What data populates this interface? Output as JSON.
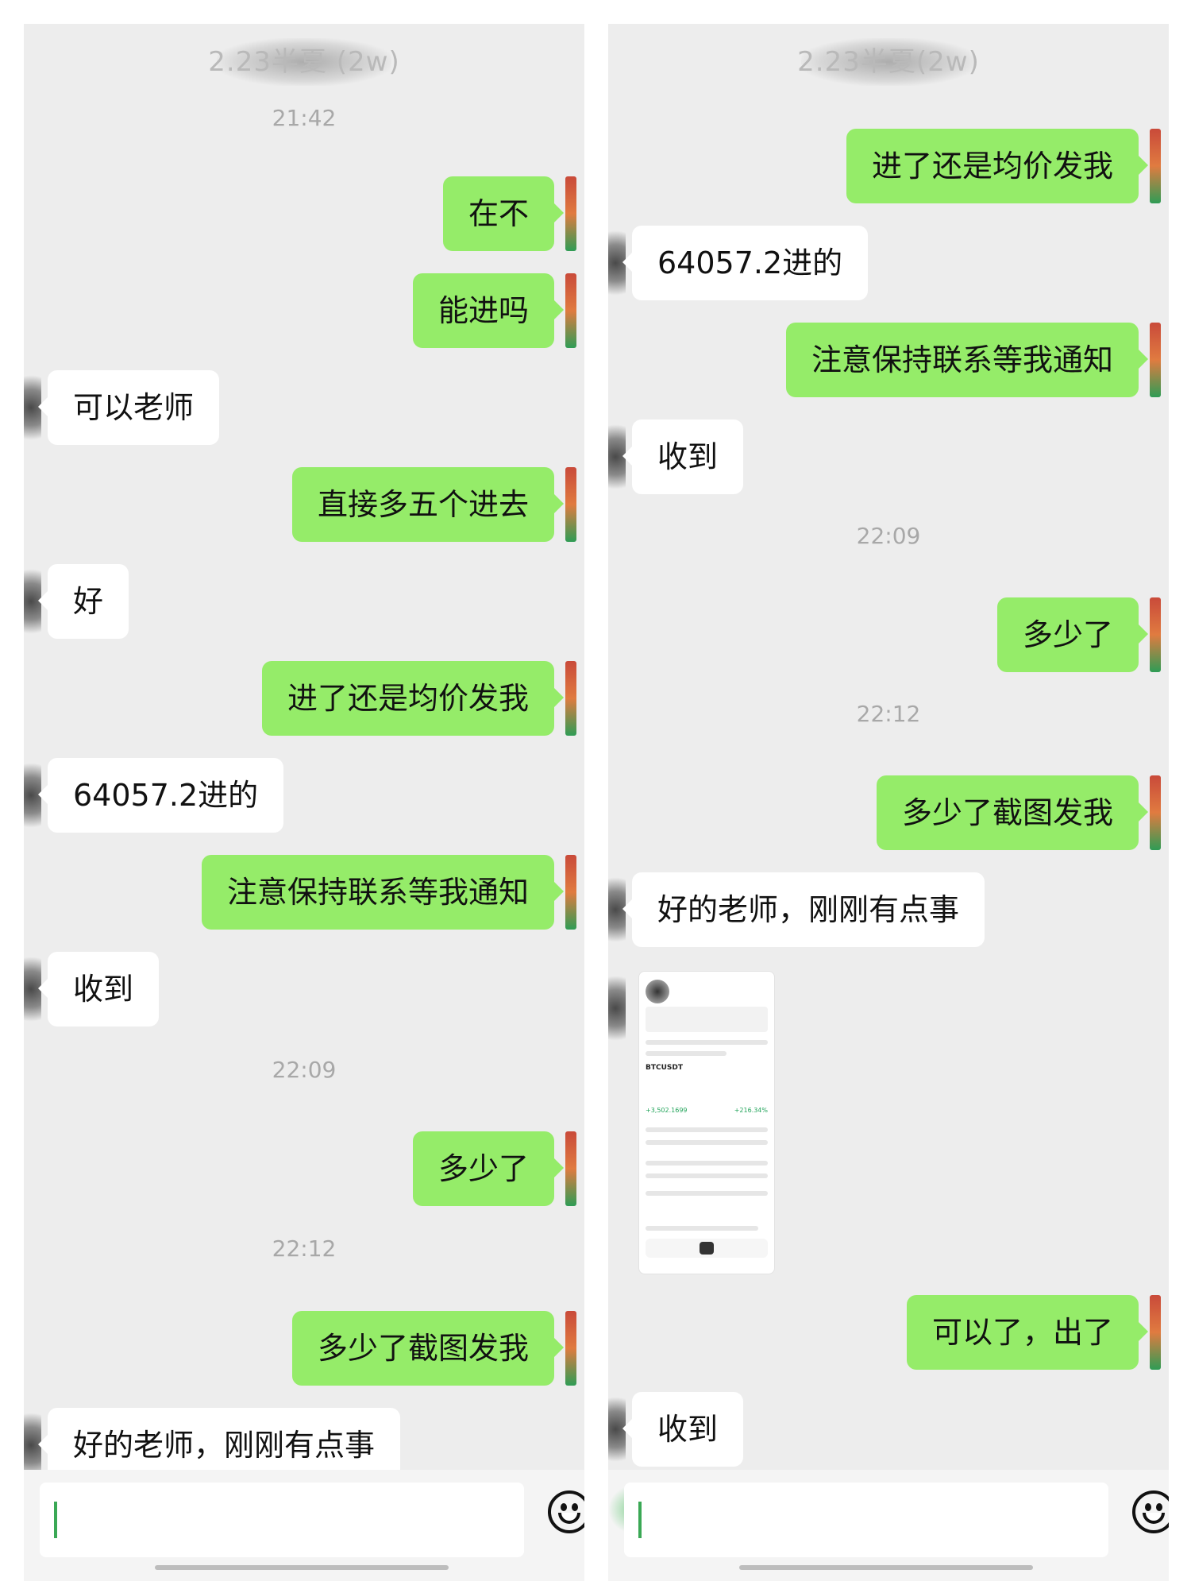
{
  "left_panel": {
    "title": "2.23半夏 (2w)",
    "messages": [
      {
        "type": "time",
        "text": "21:42"
      },
      {
        "type": "sent",
        "text": "在不"
      },
      {
        "type": "sent",
        "text": "能进吗"
      },
      {
        "type": "recv",
        "text": "可以老师"
      },
      {
        "type": "sent",
        "text": "直接多五个进去"
      },
      {
        "type": "recv",
        "text": "好"
      },
      {
        "type": "sent",
        "text": "进了还是均价发我"
      },
      {
        "type": "recv",
        "text": "64057.2进的"
      },
      {
        "type": "sent",
        "text": "注意保持联系等我通知"
      },
      {
        "type": "recv",
        "text": "收到"
      },
      {
        "type": "time",
        "text": "22:09"
      },
      {
        "type": "sent",
        "text": "多少了"
      },
      {
        "type": "time",
        "text": "22:12"
      },
      {
        "type": "sent",
        "text": "多少了截图发我"
      },
      {
        "type": "recv",
        "text": "好的老师，刚刚有点事"
      }
    ]
  },
  "right_panel": {
    "title": "2.23半夏(2w)",
    "messages": [
      {
        "type": "sent",
        "text": "进了还是均价发我"
      },
      {
        "type": "recv",
        "text": "64057.2进的"
      },
      {
        "type": "sent",
        "text": "注意保持联系等我通知"
      },
      {
        "type": "recv",
        "text": "收到"
      },
      {
        "type": "time",
        "text": "22:09"
      },
      {
        "type": "sent",
        "text": "多少了"
      },
      {
        "type": "time",
        "text": "22:12"
      },
      {
        "type": "sent",
        "text": "多少了截图发我"
      },
      {
        "type": "recv",
        "text": "好的老师，刚刚有点事"
      },
      {
        "type": "recv_image",
        "symbol": "BTCUSDT",
        "pnl": "+3,502.1699",
        "pnl_pct": "+216.34%"
      },
      {
        "type": "sent",
        "text": "可以了，出了"
      },
      {
        "type": "recv",
        "text": "收到"
      }
    ]
  },
  "icons": {
    "emoji": "smiley-face-icon"
  },
  "colors": {
    "background": "#ededed",
    "sent_bubble": "#95ec69",
    "recv_bubble": "#ffffff",
    "timestamp_text": "#a8a8a8"
  }
}
